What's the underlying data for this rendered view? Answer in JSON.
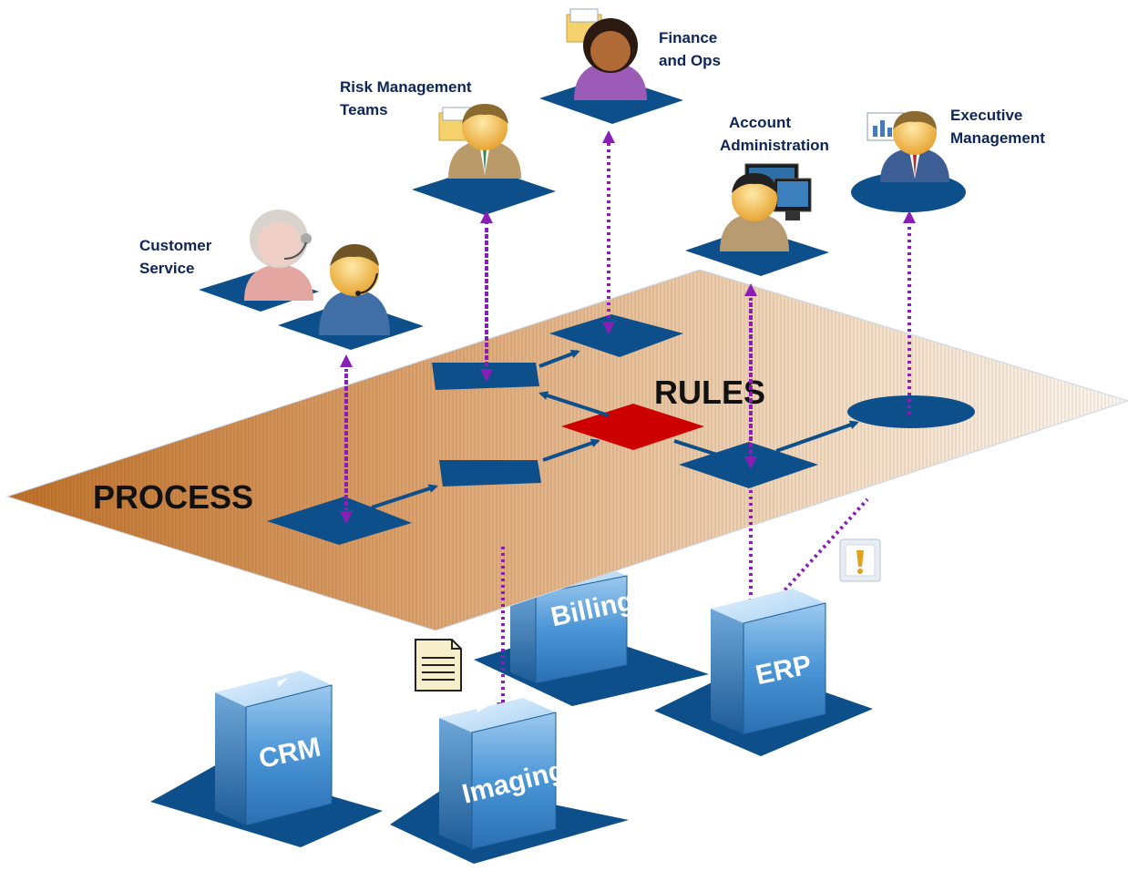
{
  "colors": {
    "plane_dark": "#c57a2e",
    "plane_light": "#fbf0e3",
    "node_blue": "#0d4f8a",
    "decision_red": "#cc0000",
    "connector_purple": "#8a1fb8",
    "server_blue": "#3f8fd6",
    "label_navy": "#0d2559"
  },
  "plane": {
    "process_label": "PROCESS",
    "rules_label": "RULES"
  },
  "roles": [
    {
      "id": "customer-service",
      "label_lines": [
        "Customer",
        "Service"
      ],
      "icon": "headset-agents-icon"
    },
    {
      "id": "risk-management",
      "label_lines": [
        "Risk Management",
        "Teams"
      ],
      "icon": "businessman-folder-icon"
    },
    {
      "id": "finance-ops",
      "label_lines": [
        "Finance",
        "and Ops"
      ],
      "icon": "businesswoman-folder-icon"
    },
    {
      "id": "account-administration",
      "label_lines": [
        "Account",
        "Administration"
      ],
      "icon": "admin-monitor-icon"
    },
    {
      "id": "executive-management",
      "label_lines": [
        "Executive",
        "Management"
      ],
      "icon": "executive-chart-icon"
    }
  ],
  "systems": [
    {
      "id": "billing",
      "label": "Billing"
    },
    {
      "id": "erp",
      "label": "ERP"
    },
    {
      "id": "crm",
      "label": "CRM"
    },
    {
      "id": "imaging",
      "label": "Imaging"
    }
  ],
  "icons": {
    "document": "document-icon",
    "alert": "alert-exclamation-icon"
  }
}
